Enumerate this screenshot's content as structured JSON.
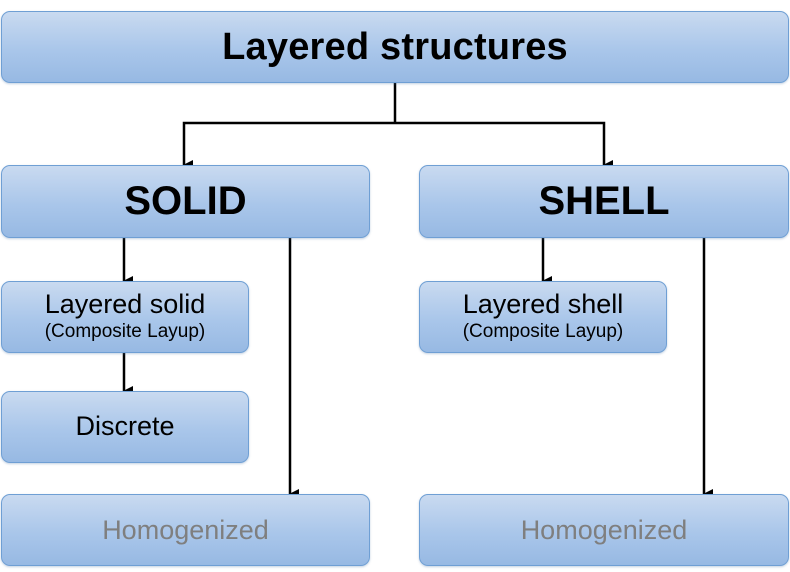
{
  "diagram": {
    "root": {
      "label": "Layered structures"
    },
    "solid": {
      "label": "SOLID",
      "layered": {
        "label": "Layered solid",
        "sublabel": "(Composite Layup)"
      },
      "discrete": {
        "label": "Discrete"
      },
      "homogenized": {
        "label": "Homogenized"
      }
    },
    "shell": {
      "label": "SHELL",
      "layered": {
        "label": "Layered shell",
        "sublabel": "(Composite Layup)"
      },
      "homogenized": {
        "label": "Homogenized"
      }
    },
    "colors": {
      "box_fill": "#a9c6ea",
      "box_border": "#6f9fd4",
      "connector": "#000000",
      "muted_text": "#7f7f7f"
    }
  }
}
